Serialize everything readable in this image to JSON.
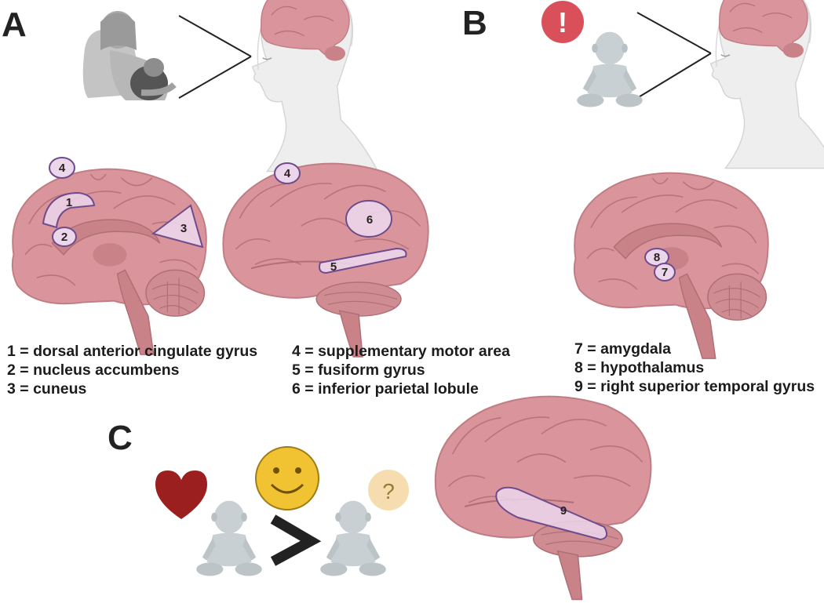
{
  "panels": {
    "a": {
      "letter": "A"
    },
    "b": {
      "letter": "B"
    },
    "c": {
      "letter": "C"
    }
  },
  "alert_icon": {
    "symbol": "!",
    "color": "#d9505a"
  },
  "question_icon": {
    "symbol": "?",
    "color": "#f6ddb0"
  },
  "heart_color": "#9b1f1f",
  "smiley_color": "#f1c232",
  "brain_color": "#d9959b",
  "highlight_color": "#ecd6ec",
  "region_markers": {
    "m1": "1",
    "m2": "2",
    "m3": "3",
    "m4a": "4",
    "m4b": "4",
    "m5": "5",
    "m6": "6",
    "m7": "7",
    "m8": "8",
    "m9": "9"
  },
  "legend": {
    "a_left": [
      "1 = dorsal anterior cingulate gyrus",
      "2 = nucleus accumbens",
      "3 = cuneus"
    ],
    "a_right": [
      "4 = supplementary motor area",
      "5 = fusiform gyrus",
      "6 = inferior parietal lobule"
    ],
    "b": [
      "7 = amygdala",
      "8 = hypothalamus",
      "9 = right superior temporal gyrus"
    ]
  },
  "comparison_symbol": ">"
}
